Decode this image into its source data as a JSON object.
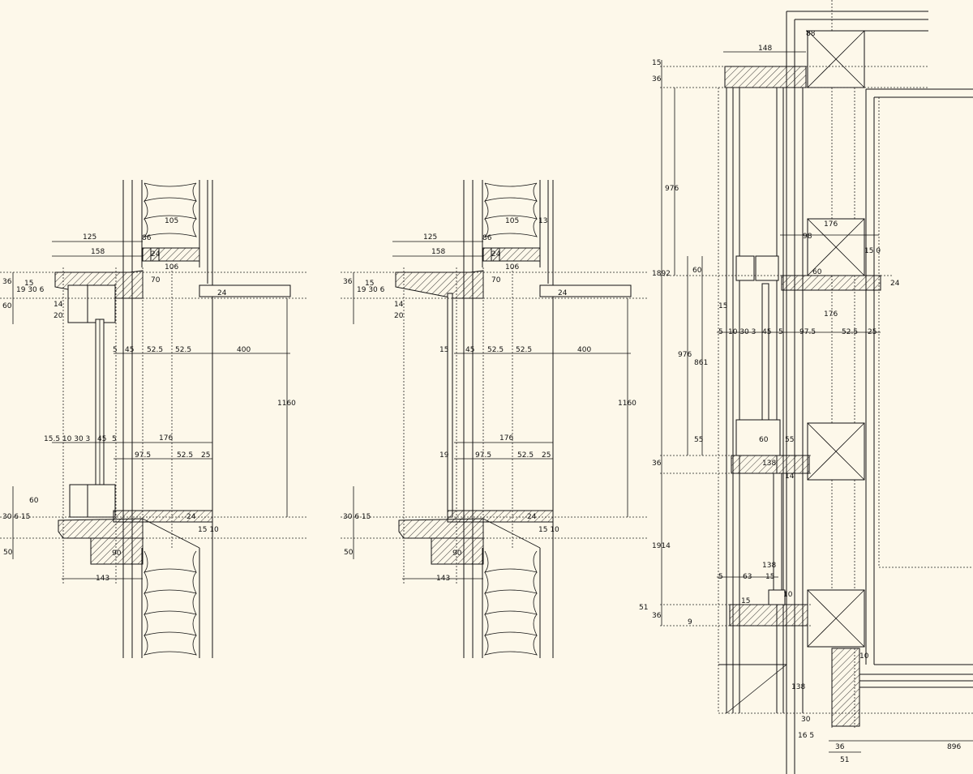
{
  "section_a": {
    "dims": [
      "125",
      "158",
      "86",
      "24",
      "105",
      "106",
      "70",
      "24",
      "36",
      "15",
      "19 30 6",
      "60",
      "14",
      "20",
      "5",
      "45",
      "52.5",
      "52.5",
      "400",
      "1160",
      "15.5 10 30 3",
      "45",
      "5",
      "176",
      "97.5",
      "52.5",
      "25",
      "60",
      "30 6 15",
      "50",
      "24",
      "15 10",
      "90",
      "143"
    ]
  },
  "section_b": {
    "dims": [
      "125",
      "158",
      "86",
      "24",
      "105",
      "13",
      "106",
      "70",
      "24",
      "36",
      "15",
      "19 30 6",
      "14",
      "20",
      "15",
      "45",
      "52.5",
      "52.5",
      "400",
      "1160",
      "176",
      "19",
      "97.5",
      "52.5",
      "25",
      "30 6 15",
      "50",
      "24",
      "15 10",
      "90",
      "143"
    ]
  },
  "section_c": {
    "dims": [
      "148",
      "88",
      "36",
      "15",
      "976",
      "176",
      "98",
      "15 0",
      "1892",
      "60",
      "60",
      "24",
      "15",
      "176",
      "5",
      "10 30 3",
      "45",
      "5",
      "97.5",
      "52.5",
      "25",
      "976",
      "861",
      "55",
      "60",
      "55",
      "36",
      "138",
      "14",
      "1914",
      "138",
      "5",
      "63",
      "15",
      "10",
      "15",
      "51",
      "36",
      "9",
      "10",
      "138",
      "30",
      "16 5",
      "36",
      "896",
      "51"
    ]
  }
}
